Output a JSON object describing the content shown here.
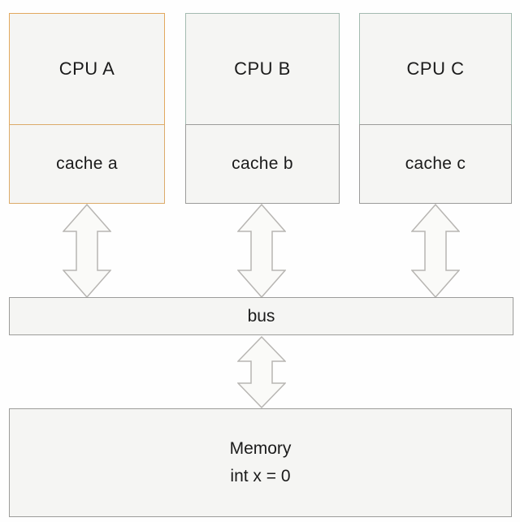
{
  "diagram": {
    "units": [
      {
        "cpu_label": "CPU A",
        "cache_label": "cache a",
        "cpu_border": "#e2a85e",
        "cache_border": "#dcab6a"
      },
      {
        "cpu_label": "CPU B",
        "cache_label": "cache b",
        "cpu_border": "#a3bab0",
        "cache_border": "#9c9c9a"
      },
      {
        "cpu_label": "CPU C",
        "cache_label": "cache c",
        "cpu_border": "#a3bab0",
        "cache_border": "#9c9c9a"
      }
    ],
    "bus": {
      "label": "bus"
    },
    "memory": {
      "line1": "Memory",
      "line2": "int x = 0"
    },
    "colors": {
      "box_fill": "#f5f5f3",
      "arrow_fill": "#fafaf8",
      "arrow_stroke": "#b7b5b2",
      "gray_border": "#9c9c9a",
      "text": "#1b1b1b"
    }
  }
}
